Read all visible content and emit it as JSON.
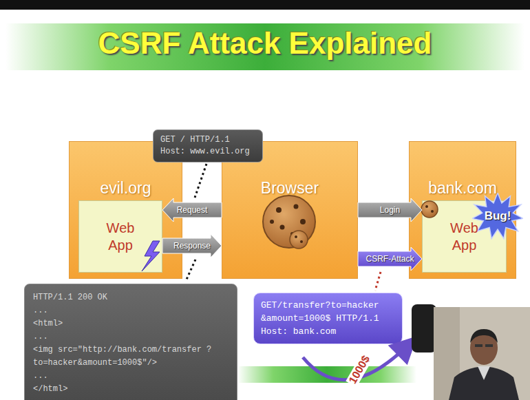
{
  "diagram": {
    "title": "CSRF Attack Explained",
    "nodes": [
      {
        "text": [
          "evil.org"
        ]
      },
      {
        "text": [
          "Web App"
        ],
        "in": 0
      },
      {
        "text": [
          "Browser"
        ]
      },
      {
        "text": [
          "bank.com"
        ]
      },
      {
        "text": [
          "Web App"
        ],
        "in": 3
      },
      {
        "text": [
          "Bug!"
        ]
      },
      {
        "text": [
          "GET / HTTP/1.1",
          "Host: www.evil.org"
        ]
      },
      {
        "text": [
          "HTTP/1.1 200 OK",
          "...",
          "<html>",
          "...",
          "<img src=\"http://bank.com/transfer ?to=hacker&amount=1000$\"/>",
          "...",
          "</html>"
        ]
      },
      {
        "text": [
          "GET/transfer?to=hacker &amount=1000$ HTTP/1.1",
          "Host: bank.com"
        ]
      }
    ],
    "edges": [
      {
        "from": 2,
        "to": 1,
        "label": "Request",
        "arrow": "to"
      },
      {
        "from": 1,
        "to": 2,
        "label": "Response",
        "arrow": "to"
      },
      {
        "from": 2,
        "to": 4,
        "label": "Login",
        "arrow": "to"
      },
      {
        "from": 2,
        "to": 4,
        "label": "CSRF-Attack",
        "arrow": "to"
      }
    ],
    "labels": [
      "1000$"
    ]
  }
}
